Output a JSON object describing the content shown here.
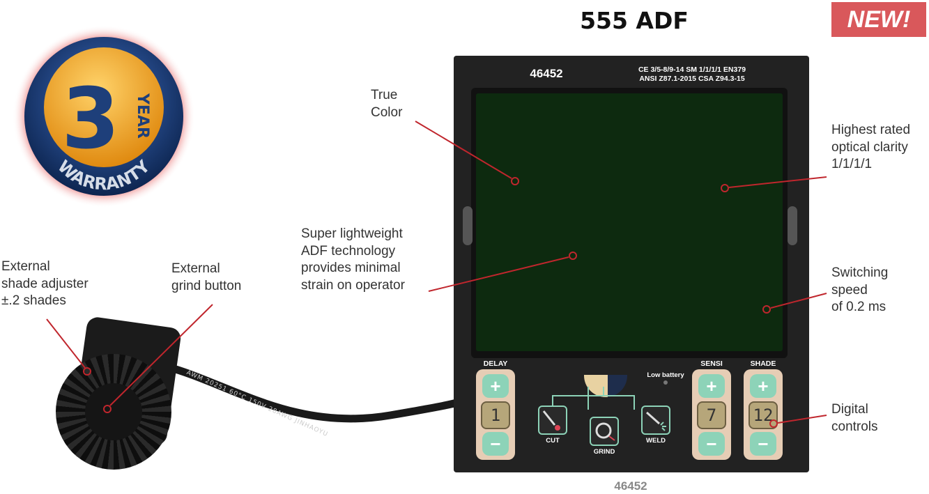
{
  "header": {
    "title": "555 ADF",
    "badge": "NEW!"
  },
  "warranty_seal": {
    "number": "3",
    "unit": "YEAR",
    "label": "WARRANTY"
  },
  "adf": {
    "model": "46452",
    "cert_line1": "CE 3/5-8/9-14  SM 1/1/1/1  EN379",
    "cert_line2": "ANSI Z87.1-2015 CSA Z94.3-15",
    "controls": {
      "delay": {
        "title": "DELAY",
        "value": "1"
      },
      "sensi": {
        "title": "SENSI",
        "value": "7"
      },
      "shade": {
        "title": "SHADE",
        "value": "12"
      },
      "low_battery": "Low battery",
      "modes": [
        "CUT",
        "GRIND",
        "WELD"
      ]
    }
  },
  "cable_text": "AWM 20251 60°C 150V 28AWG JINHAOYU",
  "callouts": {
    "true_color": "True\nColor",
    "optical_clarity": "Highest rated\noptical clarity\n1/1/1/1",
    "lightweight": "Super lightweight\nADF technology\nprovides minimal\nstrain on operator",
    "switching_speed": "Switching\nspeed\nof 0.2 ms",
    "digital_controls": "Digital\ncontrols",
    "external_shade": "External\nshade adjuster\n±.2 shades",
    "external_grind": "External\ngrind button"
  },
  "footer": {
    "model": "46452"
  },
  "colors": {
    "callout_line": "#c0262d",
    "badge_bg": "#d9585b",
    "lens": "#0d2a0f",
    "button_green": "#8dd3b8",
    "pad": "#e6cdb5"
  },
  "icons": [
    "plus-icon",
    "minus-icon",
    "cut-torch-icon",
    "grind-wheel-icon",
    "weld-torch-icon"
  ]
}
